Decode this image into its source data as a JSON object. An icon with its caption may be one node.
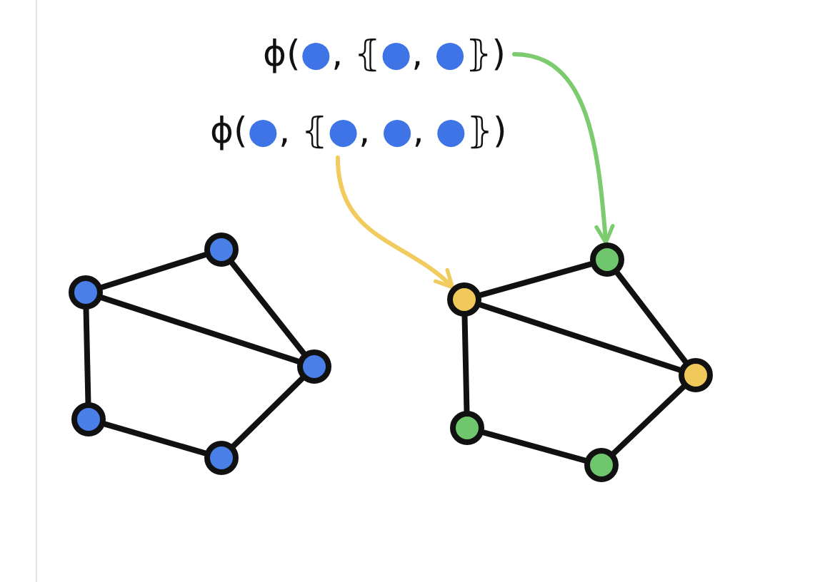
{
  "diagram": {
    "nodes": [
      {
        "text": [
          "ϕ(●, ⦃●, ●⦄)"
        ]
      },
      {
        "text": [
          "ϕ(●, ⦃●, ●, ●⦄)"
        ]
      },
      {
        "text": [],
        "shape": "circle"
      },
      {
        "text": [],
        "shape": "circle"
      },
      {
        "text": [],
        "shape": "circle"
      },
      {
        "text": [],
        "shape": "circle"
      },
      {
        "text": [],
        "shape": "circle"
      },
      {
        "text": [],
        "shape": "circle"
      },
      {
        "text": [],
        "shape": "circle"
      },
      {
        "text": [],
        "shape": "circle"
      },
      {
        "text": [],
        "shape": "circle"
      },
      {
        "text": [],
        "shape": "circle"
      }
    ],
    "edges": [
      {
        "from": 0,
        "to": 7,
        "arrow": "to",
        "color": "#7dcb6f"
      },
      {
        "from": 1,
        "to": 8,
        "arrow": "to",
        "color": "#f1cb5e"
      },
      {
        "from": 3,
        "to": 2,
        "arrow": "none"
      },
      {
        "from": 3,
        "to": 4,
        "arrow": "none"
      },
      {
        "from": 2,
        "to": 4,
        "arrow": "none"
      },
      {
        "from": 3,
        "to": 5,
        "arrow": "none"
      },
      {
        "from": 5,
        "to": 6,
        "arrow": "none"
      },
      {
        "from": 6,
        "to": 4,
        "arrow": "none"
      },
      {
        "from": 8,
        "to": 7,
        "arrow": "none"
      },
      {
        "from": 8,
        "to": 9,
        "arrow": "none"
      },
      {
        "from": 7,
        "to": 9,
        "arrow": "none"
      },
      {
        "from": 8,
        "to": 10,
        "arrow": "none"
      },
      {
        "from": 10,
        "to": 11,
        "arrow": "none"
      },
      {
        "from": 11,
        "to": 9,
        "arrow": "none"
      }
    ]
  }
}
